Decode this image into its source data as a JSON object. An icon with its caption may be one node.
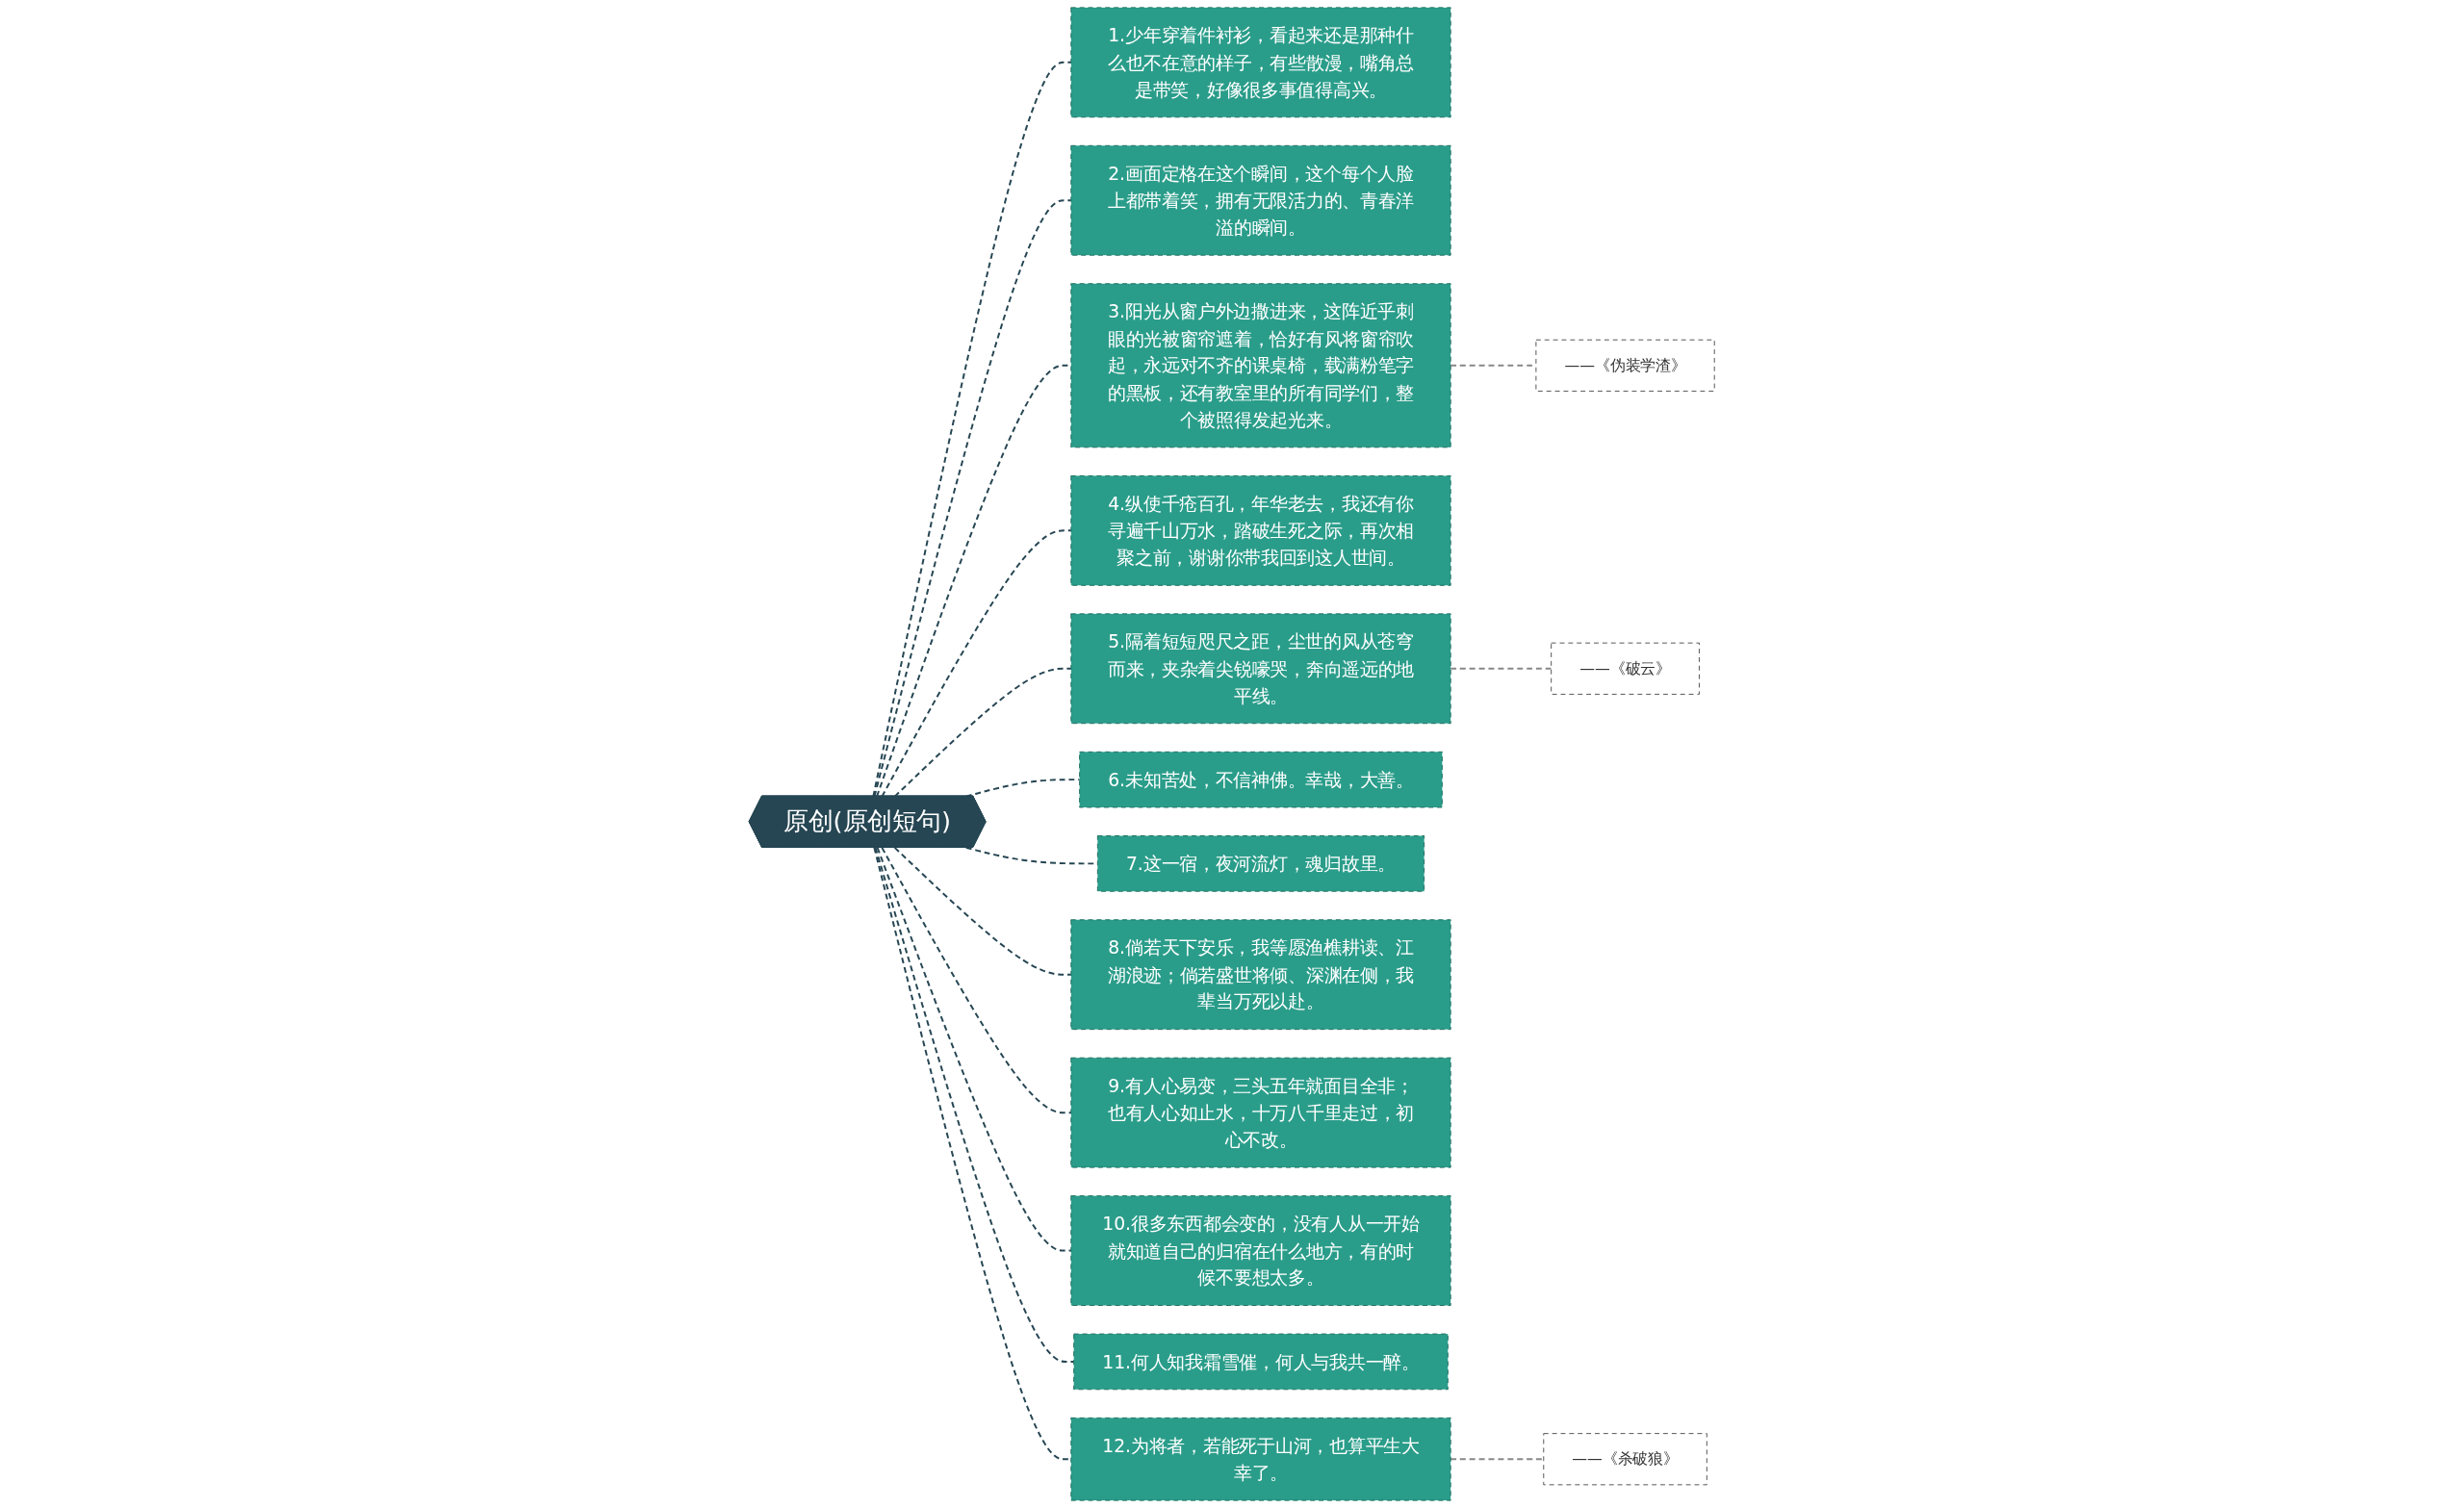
{
  "diagram": {
    "nodes": [
      {
        "text": [
          "原创(原创短句)"
        ]
      },
      {
        "text": [
          "1.少年穿着件衬衫，看起来还是那种什么也不在意的样子，有些散漫，嘴角总是带笑，好像很多事值得高兴。"
        ]
      },
      {
        "text": [
          "2.画面定格在这个瞬间，这个每个人脸上都带着笑，拥有无限活力的、青春洋溢的瞬间。"
        ]
      },
      {
        "text": [
          "3.阳光从窗户外边撒进来，这阵近乎刺眼的光被窗帘遮着，恰好有风将窗帘吹起，永远对不齐的课桌椅，载满粉笔字的黑板，还有教室里的所有同学们，整个被照得发起光来。"
        ]
      },
      {
        "text": [
          "4.纵使千疮百孔，年华老去，我还有你寻遍千山万水，踏破生死之际，再次相聚之前，谢谢你带我回到这人世间。"
        ]
      },
      {
        "text": [
          "5.隔着短短咫尺之距，尘世的风从苍穹而来，夹杂着尖锐嚎哭，奔向遥远的地平线。"
        ]
      },
      {
        "text": [
          "6.未知苦处，不信神佛。幸哉，大善。"
        ]
      },
      {
        "text": [
          "7.这一宿，夜河流灯，魂归故里。"
        ]
      },
      {
        "text": [
          "8.倘若天下安乐，我等愿渔樵耕读、江湖浪迹；倘若盛世将倾、深渊在侧，我辈当万死以赴。"
        ]
      },
      {
        "text": [
          "9.有人心易变，三头五年就面目全非；也有人心如止水，十万八千里走过，初心不改。"
        ]
      },
      {
        "text": [
          "10.很多东西都会变的，没有人从一开始就知道自己的归宿在什么地方，有的时候不要想太多。"
        ]
      },
      {
        "text": [
          "11.何人知我霜雪催，何人与我共一醉。"
        ]
      },
      {
        "text": [
          "12.为将者，若能死于山河，也算平生大幸了。"
        ]
      },
      {
        "text": [
          "——《伪装学渣》"
        ]
      },
      {
        "text": [
          "——《破云》"
        ]
      },
      {
        "text": [
          "——《杀破狼》"
        ]
      }
    ],
    "edges": [
      {
        "from": 0,
        "to": 1,
        "arrow": "none",
        "style": "dashed"
      },
      {
        "from": 0,
        "to": 2,
        "arrow": "none",
        "style": "dashed"
      },
      {
        "from": 0,
        "to": 3,
        "arrow": "none",
        "style": "dashed"
      },
      {
        "from": 0,
        "to": 4,
        "arrow": "none",
        "style": "dashed"
      },
      {
        "from": 0,
        "to": 5,
        "arrow": "none",
        "style": "dashed"
      },
      {
        "from": 0,
        "to": 6,
        "arrow": "none",
        "style": "dashed"
      },
      {
        "from": 0,
        "to": 7,
        "arrow": "none",
        "style": "dashed"
      },
      {
        "from": 0,
        "to": 8,
        "arrow": "none",
        "style": "dashed"
      },
      {
        "from": 0,
        "to": 9,
        "arrow": "none",
        "style": "dashed"
      },
      {
        "from": 0,
        "to": 10,
        "arrow": "none",
        "style": "dashed"
      },
      {
        "from": 0,
        "to": 11,
        "arrow": "none",
        "style": "dashed"
      },
      {
        "from": 0,
        "to": 12,
        "arrow": "none",
        "style": "dashed"
      },
      {
        "from": 3,
        "to": 13,
        "arrow": "none",
        "style": "dashed",
        "color": "#888888"
      },
      {
        "from": 5,
        "to": 14,
        "arrow": "none",
        "style": "dashed",
        "color": "#888888"
      },
      {
        "from": 12,
        "to": 15,
        "arrow": "none",
        "style": "dashed",
        "color": "#888888"
      }
    ]
  }
}
